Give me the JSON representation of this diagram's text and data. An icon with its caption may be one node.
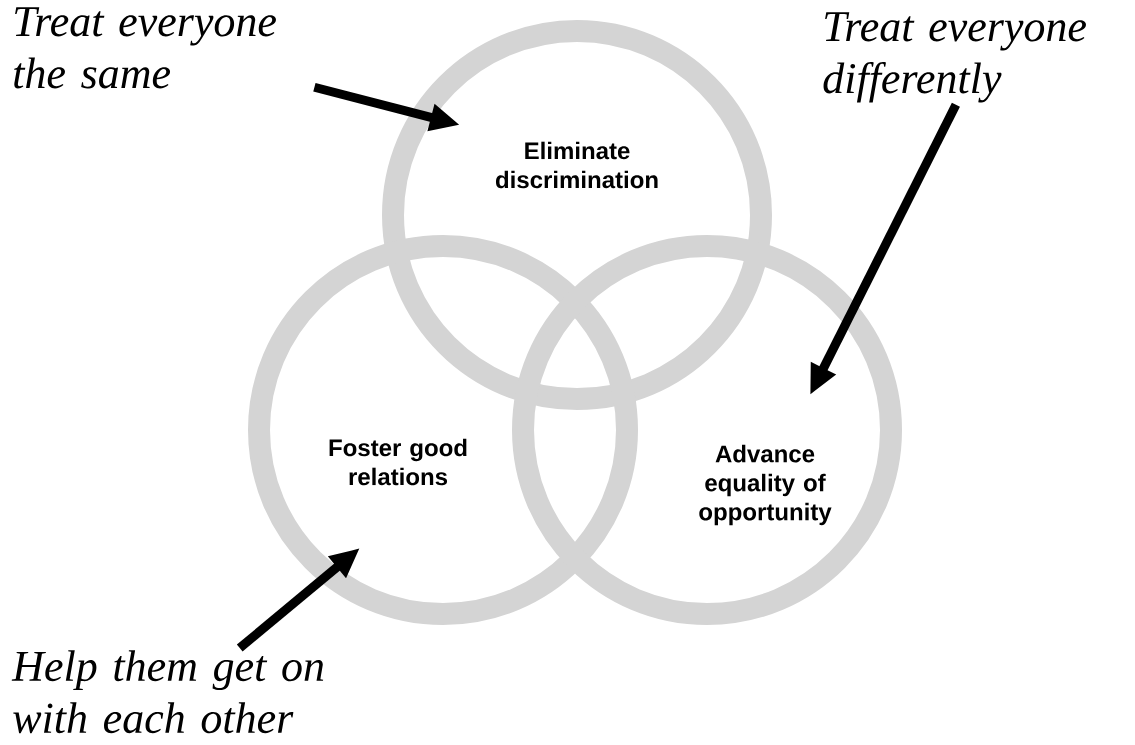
{
  "diagram": {
    "nodes": [
      {
        "text": [
          "Eliminate discrimination"
        ]
      },
      {
        "text": [
          "Foster good relations"
        ]
      },
      {
        "text": [
          "Advance equality of opportunity"
        ]
      },
      {
        "text": [
          "Treat everyone the same"
        ]
      },
      {
        "text": [
          "Treat everyone differently"
        ]
      },
      {
        "text": [
          "Help them get on with each other"
        ]
      }
    ],
    "edges": [
      {
        "from": 3,
        "to": 0,
        "arrow": "to"
      },
      {
        "from": 4,
        "to": 2,
        "arrow": "to"
      },
      {
        "from": 5,
        "to": 1,
        "arrow": "to"
      }
    ]
  }
}
